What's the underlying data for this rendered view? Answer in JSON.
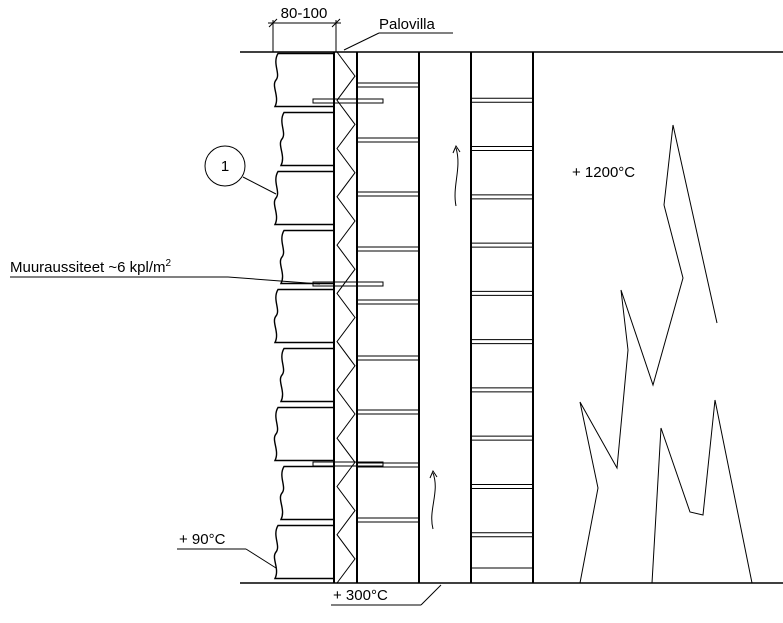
{
  "labels": {
    "dimension": "80-100",
    "fire_wool": "Palovilla",
    "callout_number": "1",
    "wall_ties": "Muuraussiteet ~6 kpl/m",
    "wall_ties_sup": "2",
    "temp_fire": "+ 1200°C",
    "temp_outer": "+ 90°C",
    "temp_air_gap": "+ 300°C"
  },
  "icons": {
    "air_flow": "air-flow-arrow-icon",
    "flame": "flame-icon"
  }
}
